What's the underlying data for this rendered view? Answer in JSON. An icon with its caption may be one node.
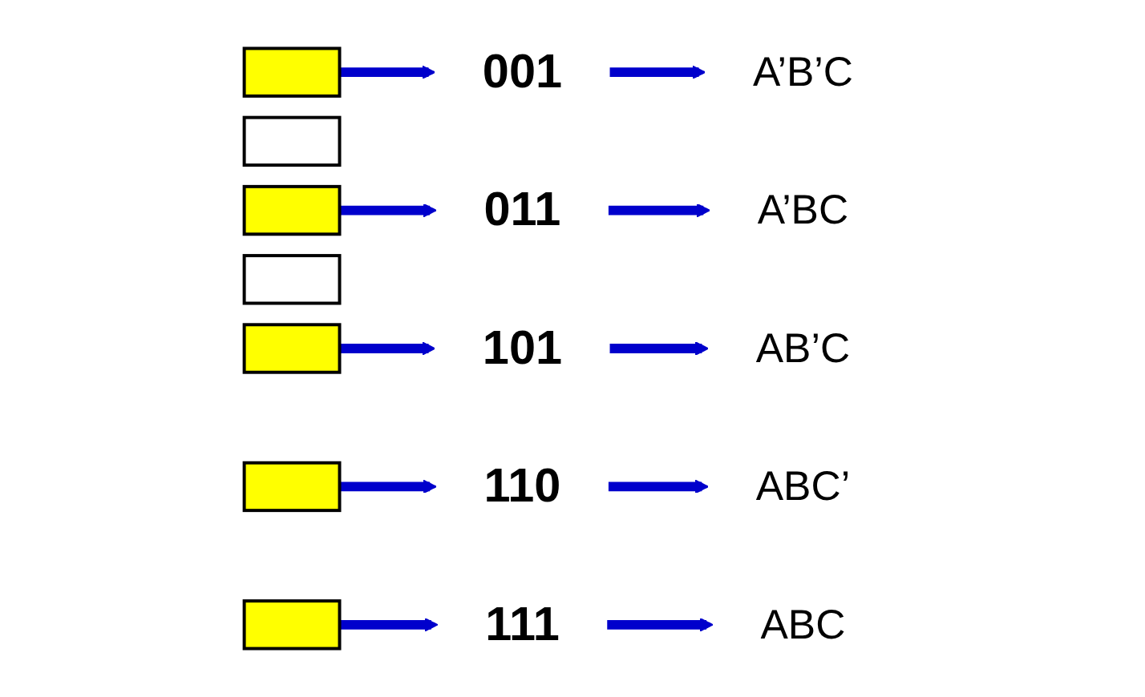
{
  "diagram": {
    "nodes": [
      {
        "text": [],
        "shape": "box"
      },
      {
        "text": [],
        "shape": "box"
      },
      {
        "text": [],
        "shape": "box"
      },
      {
        "text": [],
        "shape": "box"
      },
      {
        "text": [],
        "shape": "box"
      },
      {
        "text": [],
        "shape": "box"
      },
      {
        "text": [],
        "shape": "box"
      },
      {
        "text": [
          "001"
        ]
      },
      {
        "text": [
          "011"
        ]
      },
      {
        "text": [
          "101"
        ]
      },
      {
        "text": [
          "110"
        ]
      },
      {
        "text": [
          "111"
        ]
      },
      {
        "text": [
          "A’B’C"
        ]
      },
      {
        "text": [
          "A’BC"
        ]
      },
      {
        "text": [
          "AB’C"
        ]
      },
      {
        "text": [
          "ABC’"
        ]
      },
      {
        "text": [
          "ABC"
        ]
      }
    ],
    "edges": [
      {
        "from": 0,
        "to": 7,
        "arrow": "to"
      },
      {
        "from": 7,
        "to": 12,
        "arrow": "to"
      },
      {
        "from": 2,
        "to": 8,
        "arrow": "to"
      },
      {
        "from": 8,
        "to": 13,
        "arrow": "to"
      },
      {
        "from": 4,
        "to": 9,
        "arrow": "to"
      },
      {
        "from": 9,
        "to": 14,
        "arrow": "to"
      },
      {
        "from": 5,
        "to": 10,
        "arrow": "to"
      },
      {
        "from": 10,
        "to": 15,
        "arrow": "to"
      },
      {
        "from": 6,
        "to": 11,
        "arrow": "to"
      },
      {
        "from": 11,
        "to": 16,
        "arrow": "to"
      }
    ]
  }
}
